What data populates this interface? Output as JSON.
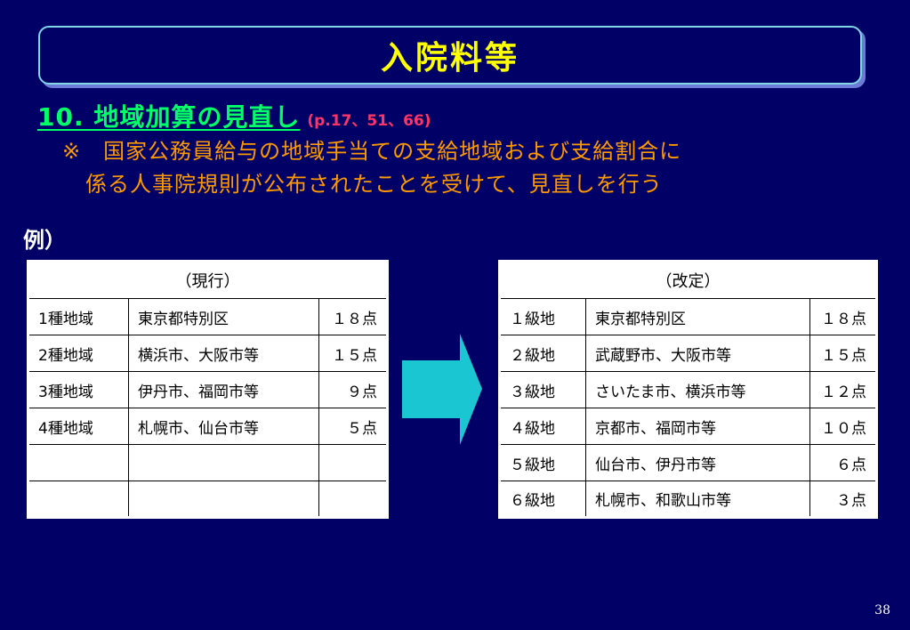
{
  "slide": {
    "title": "入院料等",
    "heading": "10.  地域加算の見直し",
    "page_refs": "(p.17、51、66)",
    "note_line1": "※　国家公務員給与の地域手当ての支給地域および支給割合に",
    "note_line2": "係る人事院規則が公布されたことを受けて、見直しを行う",
    "example_label": "例）",
    "page_number": "38"
  },
  "current_table": {
    "header": "（現行）",
    "rows": [
      {
        "grade": "1種地域",
        "cities": "東京都特別区",
        "points": "１８点"
      },
      {
        "grade": "2種地域",
        "cities": "横浜市、大阪市等",
        "points": "１５点"
      },
      {
        "grade": "3種地域",
        "cities": "伊丹市、福岡市等",
        "points": "９点"
      },
      {
        "grade": "4種地域",
        "cities": "札幌市、仙台市等",
        "points": "５点"
      },
      {
        "grade": "",
        "cities": "",
        "points": ""
      },
      {
        "grade": "",
        "cities": "",
        "points": ""
      }
    ]
  },
  "revised_table": {
    "header": "（改定）",
    "rows": [
      {
        "grade": "１級地",
        "cities": "東京都特別区",
        "points": "１８点"
      },
      {
        "grade": "２級地",
        "cities": "武蔵野市、大阪市等",
        "points": "１５点"
      },
      {
        "grade": "３級地",
        "cities": "さいたま市、横浜市等",
        "points": "１２点"
      },
      {
        "grade": "４級地",
        "cities": "京都市、福岡市等",
        "points": "１０点"
      },
      {
        "grade": "５級地",
        "cities": "仙台市、伊丹市等",
        "points": "６点"
      },
      {
        "grade": "６級地",
        "cities": "札幌市、和歌山市等",
        "points": "３点"
      }
    ]
  },
  "colors": {
    "background": "#000066",
    "title_text": "#ffff00",
    "heading_text": "#00ff66",
    "page_refs_text": "#ff3366",
    "note_text": "#ff9900",
    "arrow_fill": "#19c6d1"
  },
  "icons": {
    "arrow": "right-arrow-icon"
  }
}
